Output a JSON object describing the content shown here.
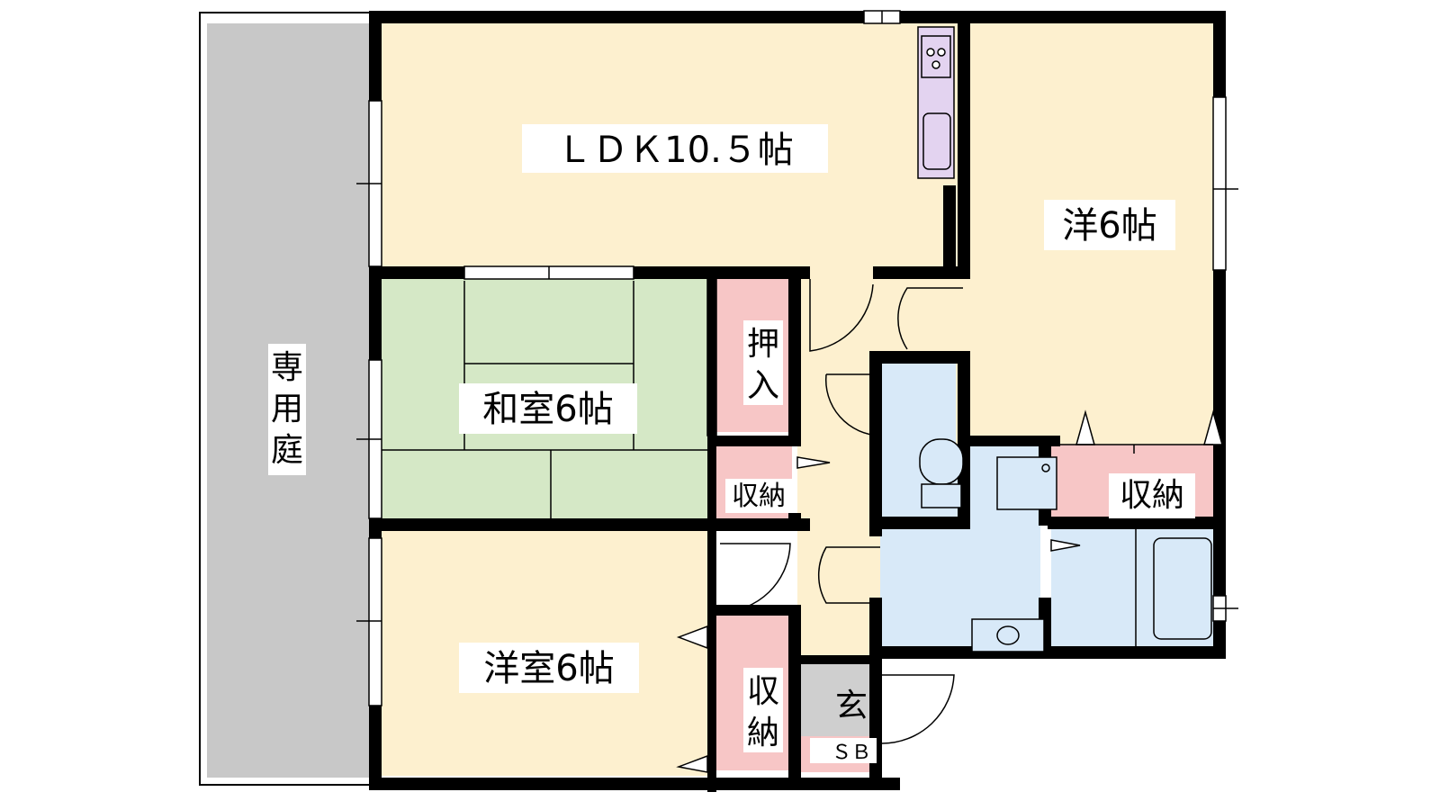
{
  "floor_plan": {
    "rooms": {
      "garden": {
        "label_lines": [
          "専",
          "用",
          "庭"
        ]
      },
      "ldk": {
        "label": "ＬＤＫ10.５帖"
      },
      "western_east": {
        "label": "洋6帖"
      },
      "washitsu": {
        "label": "和室6帖"
      },
      "oshiire": {
        "label_lines": [
          "押",
          "入"
        ]
      },
      "storage_small": {
        "label": "収納"
      },
      "storage_east": {
        "label": "収納"
      },
      "western_room": {
        "label": "洋室6帖"
      },
      "storage_west": {
        "label_lines": [
          "収",
          "納"
        ]
      },
      "entrance": {
        "label": "玄"
      },
      "shoe_box": {
        "label": "ＳＢ"
      }
    },
    "colors": {
      "wall": "#000000",
      "garden": "#c8c8c8",
      "living": "#fdf0cf",
      "tatami": "#d5e8c6",
      "storage": "#f7c6c6",
      "wet_area": "#d8e9f8",
      "kitchen": "#e3d3f0",
      "entrance": "#cfcfcf"
    }
  }
}
